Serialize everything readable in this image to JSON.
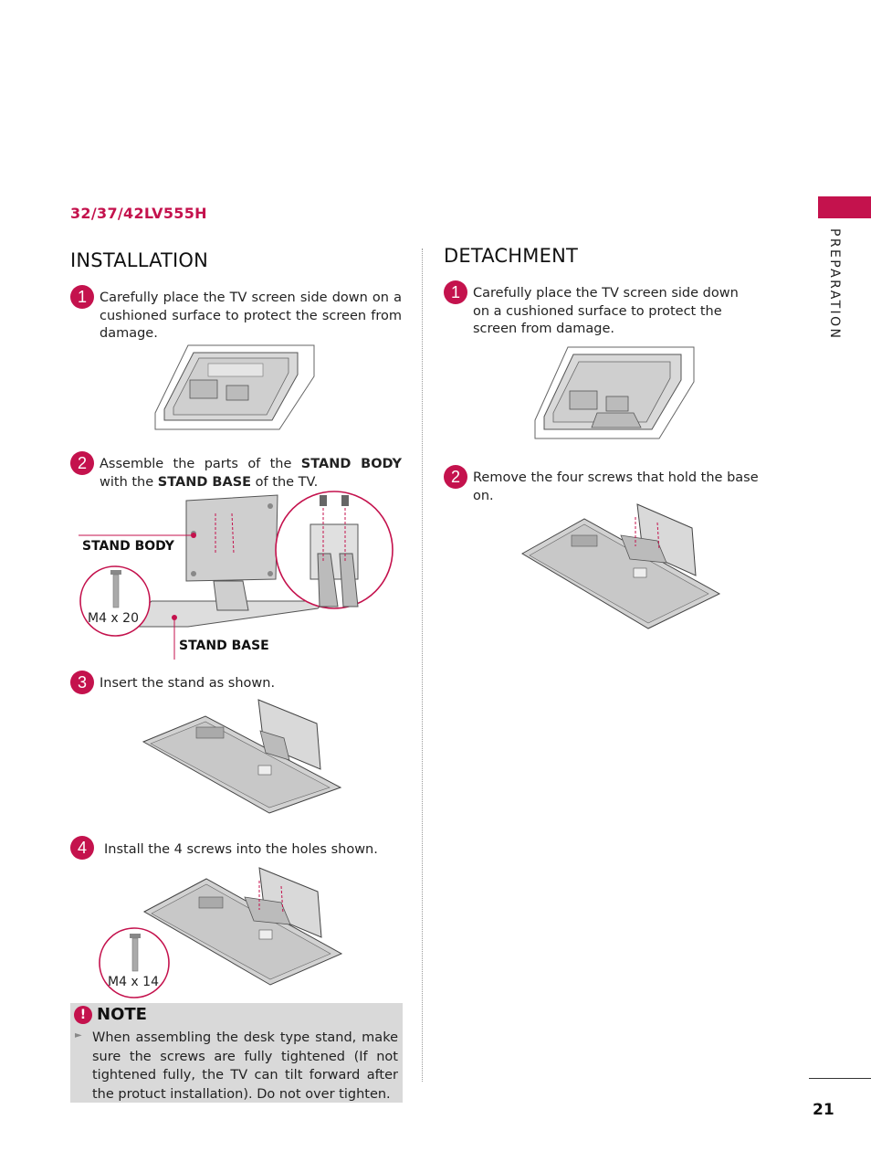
{
  "model": "32/37/42LV555H",
  "side_tab": {
    "label": "PREPARATION",
    "color": "#c4124d"
  },
  "page_number": "21",
  "installation": {
    "title": "INSTALLATION",
    "steps": [
      {
        "num": "1",
        "text": "Carefully place the TV screen side down on a cushioned surface to protect the screen from damage."
      },
      {
        "num": "2",
        "text_pre": "Assemble the parts of the ",
        "bold1": "STAND BODY",
        "text_mid": " with the ",
        "bold2": "STAND BASE",
        "text_post": " of the TV."
      },
      {
        "num": "3",
        "text": "Insert the stand as shown."
      },
      {
        "num": "4",
        "text": "Install the 4 screws into the holes shown."
      }
    ],
    "labels": {
      "stand_body": "STAND BODY",
      "stand_base": "STAND BASE",
      "screw_1": "M4 x 20",
      "screw_2": "M4 x 14"
    }
  },
  "detachment": {
    "title": "DETACHMENT",
    "steps": [
      {
        "num": "1",
        "text": "Carefully place the TV screen side down on a cushioned surface to protect the screen from damage."
      },
      {
        "num": "2",
        "text": "Remove the four screws that hold the base on."
      }
    ]
  },
  "note": {
    "title": "NOTE",
    "icon": "exclamation-icon",
    "text": "When assembling the desk type stand, make sure the screws are fully tightened (If not tightened fully, the TV can tilt forward after the protuct installation). Do not over tighten."
  }
}
